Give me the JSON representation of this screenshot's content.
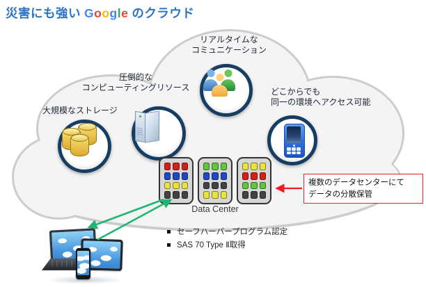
{
  "title": {
    "prefix": "災害にも強い",
    "suffix": "のクラウド",
    "color": "#2c73c2",
    "brand_letters": [
      {
        "ch": "G",
        "color": "#4285f4"
      },
      {
        "ch": "o",
        "color": "#ea4335"
      },
      {
        "ch": "o",
        "color": "#fbbc05"
      },
      {
        "ch": "g",
        "color": "#4285f4"
      },
      {
        "ch": "l",
        "color": "#34a853"
      },
      {
        "ch": "e",
        "color": "#ea4335"
      }
    ]
  },
  "cloud": {
    "features": [
      {
        "id": "storage",
        "icon": "database-stack-icon",
        "label_lines": [
          "大規模なストレージ"
        ]
      },
      {
        "id": "computing",
        "icon": "server-tower-icon",
        "label_lines": [
          "圧倒的な",
          "コンピューティングリソース"
        ]
      },
      {
        "id": "realtime",
        "icon": "people-group-icon",
        "label_lines": [
          "リアルタイムな",
          "コミュニケーション"
        ]
      },
      {
        "id": "access",
        "icon": "smartphone-icon",
        "label_lines": [
          "どこからでも",
          "同一の環境へアクセス可能"
        ]
      }
    ],
    "ring_color": "#173d63"
  },
  "data_center": {
    "label": "Data Center",
    "cell_colors": {
      "red": "#d32118",
      "blue": "#2148c4",
      "yellow": "#e7e23f",
      "green": "#63c43e",
      "dark": "#424242"
    },
    "racks": [
      {
        "rows": [
          [
            "red",
            "red",
            "red"
          ],
          [
            "blue",
            "blue",
            "blue"
          ],
          [
            "yellow",
            "yellow",
            "yellow"
          ],
          [
            "dark",
            "dark",
            "dark"
          ]
        ]
      },
      {
        "rows": [
          [
            "green",
            "green",
            "green"
          ],
          [
            "blue",
            "blue",
            "blue"
          ],
          [
            "dark",
            "dark",
            "dark"
          ],
          [
            "yellow",
            "yellow",
            "yellow"
          ]
        ]
      },
      {
        "rows": [
          [
            "yellow",
            "yellow",
            "yellow"
          ],
          [
            "red",
            "red",
            "red"
          ],
          [
            "green",
            "green",
            "green"
          ],
          [
            "dark",
            "dark",
            "dark"
          ]
        ]
      }
    ]
  },
  "callout": {
    "lines": [
      "複数のデータセンターにて",
      "データの分散保管"
    ],
    "border_color": "#ee1c25"
  },
  "certifications": {
    "items": [
      "セーフハーバープログラム認定",
      "SAS 70 Type Ⅱ取得"
    ]
  },
  "arrows": {
    "sync_color": "#1fb573",
    "callout_color": "#ee1c25"
  },
  "devices": {
    "icon": "laptop-tablet-smartphone-icons"
  }
}
